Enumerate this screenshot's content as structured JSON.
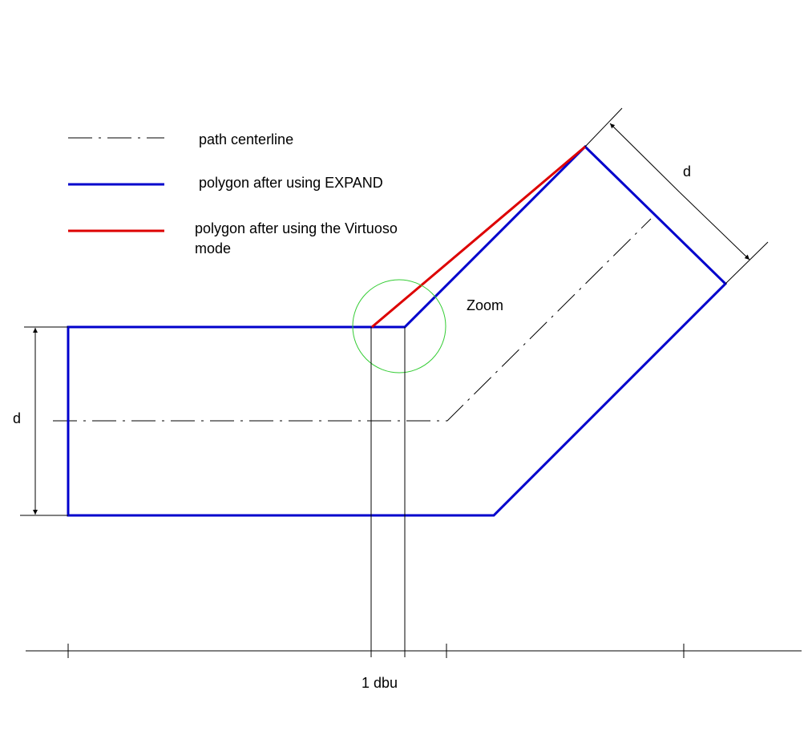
{
  "legend": {
    "items": [
      {
        "label": "path centerline",
        "style": "dash-dot",
        "color": "#000000"
      },
      {
        "label": "polygon after using EXPAND",
        "style": "solid",
        "color": "#0000cc"
      },
      {
        "label_line1": "polygon after using the Virtuoso",
        "label_line2": "mode",
        "style": "solid",
        "color": "#dd0000"
      }
    ]
  },
  "labels": {
    "zoom": "Zoom",
    "width_left": "d",
    "width_diag": "d",
    "dbu": "1 dbu"
  },
  "colors": {
    "expand": "#0000cc",
    "virtuoso": "#dd0000",
    "zoom_circle": "#33cc33",
    "line": "#000000"
  }
}
